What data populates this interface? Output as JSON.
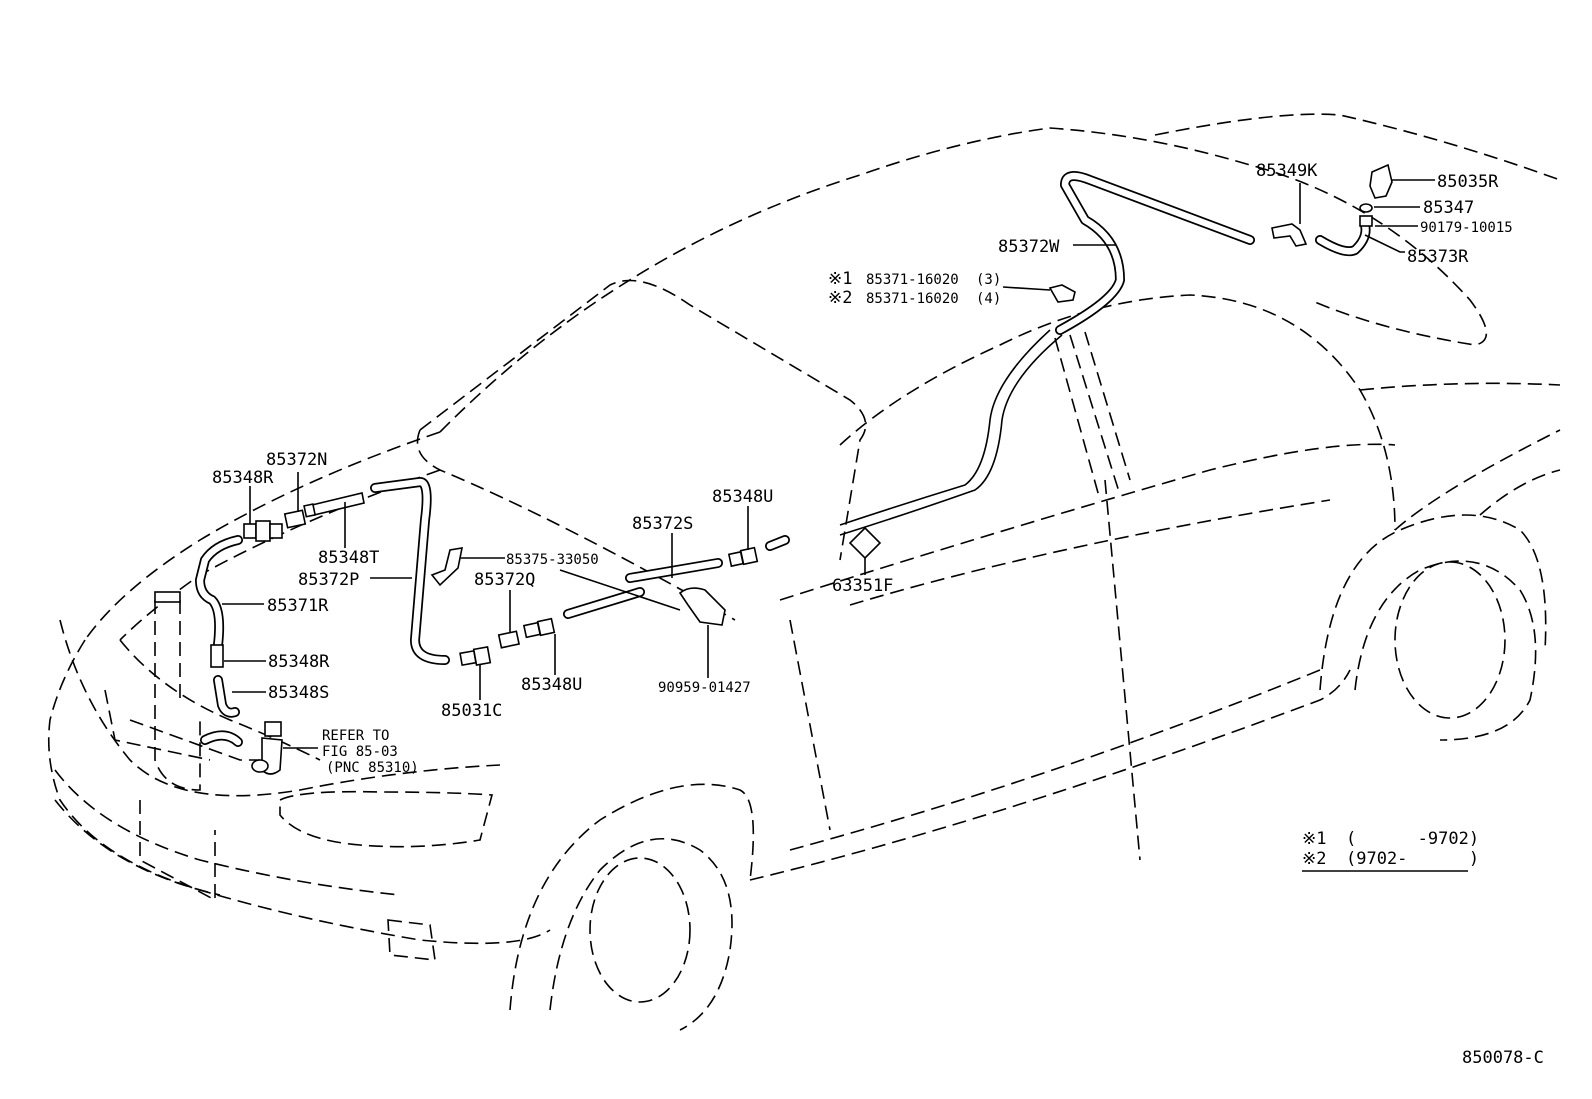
{
  "diagram": {
    "labels": {
      "p85349K": "85349K",
      "p85035R": "85035R",
      "p85347": "85347",
      "p90179": "90179-10015",
      "p85373R": "85373R",
      "p85372W": "85372W",
      "n1_mark": "※1",
      "n1_part": "85371-16020",
      "n1_qty": "(3)",
      "n2_mark": "※2",
      "n2_part": "85371-16020",
      "n2_qty": "(4)",
      "p85372N": "85372N",
      "p85348R_top": "85348R",
      "p85348T": "85348T",
      "p85372P": "85372P",
      "p85371R": "85371R",
      "p85348R_mid": "85348R",
      "p85348S": "85348S",
      "p85375": "85375-33050",
      "p85372Q": "85372Q",
      "p85372S": "85372S",
      "p85348U_top": "85348U",
      "p63351F": "63351F",
      "p85348U_low": "85348U",
      "p85031C": "85031C",
      "p90959": "90959-01427",
      "refer_1": "REFER TO",
      "refer_2": "FIG 85-03",
      "refer_3": "(PNC 85310)"
    },
    "legend": {
      "row1_mark": "※1",
      "row1_text": "(      -9702)",
      "row2_mark": "※2",
      "row2_text": "(9702-      )"
    },
    "figure_id": "850078-C"
  }
}
